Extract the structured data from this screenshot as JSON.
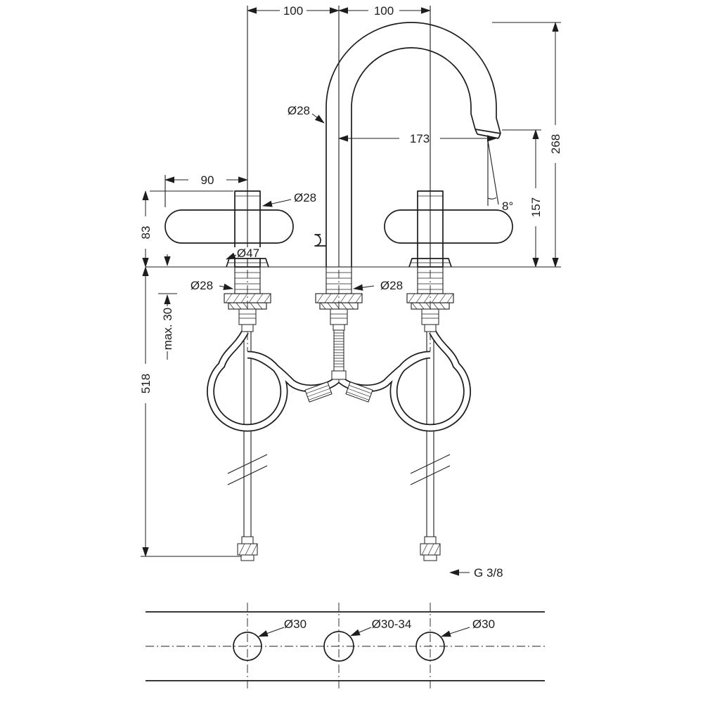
{
  "drawing": {
    "labels": {
      "spacing_left": "100",
      "spacing_right": "100",
      "spout_diameter": "Ø28",
      "spout_reach": "173",
      "spout_height": "268",
      "outlet_height": "157",
      "outlet_angle": "8°",
      "handle_reach": "90",
      "handle_height": "83",
      "handle_diameter": "Ø28",
      "base_diameter": "Ø47",
      "shank_left_diameter": "Ø28",
      "shank_center_diameter": "Ø28",
      "deck_thickness_max": "max. 30",
      "below_deck_length": "518",
      "supply_thread": "G 3/8",
      "hole_left": "Ø30",
      "hole_center": "Ø30-34",
      "hole_right": "Ø30"
    }
  },
  "colors": {
    "ink": "#1d1d1b",
    "bg": "#ffffff"
  }
}
